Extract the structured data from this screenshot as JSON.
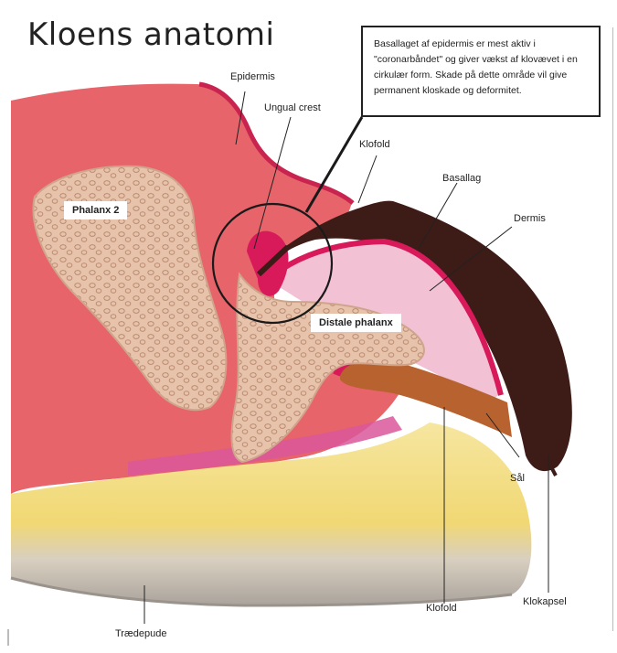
{
  "title": "Kloens anatomi",
  "note": "Basallaget af epidermis er mest aktiv i \"coronarbåndet\" og giver vækst af klovævet i en cirkulær form. Skade på dette område vil give permanent kloskade og deformitet.",
  "labels": {
    "epidermis": "Epidermis",
    "ungual_crest": "Ungual crest",
    "klofold_top": "Klofold",
    "basallag": "Basallag",
    "dermis": "Dermis",
    "phalanx2": "Phalanx 2",
    "distale_phalanx": "Distale phalanx",
    "sal": "Sål",
    "klofold_bottom": "Klofold",
    "klokapsel": "Klokapsel",
    "traedepude": "Trædepude"
  },
  "colors": {
    "soft_tissue": "#e7646a",
    "bone": "#e8c3ac",
    "bone_pores": "#b98a70",
    "claw_capsule": "#3d1b17",
    "dermis": "#f2c1d4",
    "sole": "#b8622f",
    "basal_layer": "#d81a5a",
    "pad_yellow": "#f3dd77",
    "pad_grey": "#b9b3ad",
    "pink_band": "#d9579a"
  }
}
